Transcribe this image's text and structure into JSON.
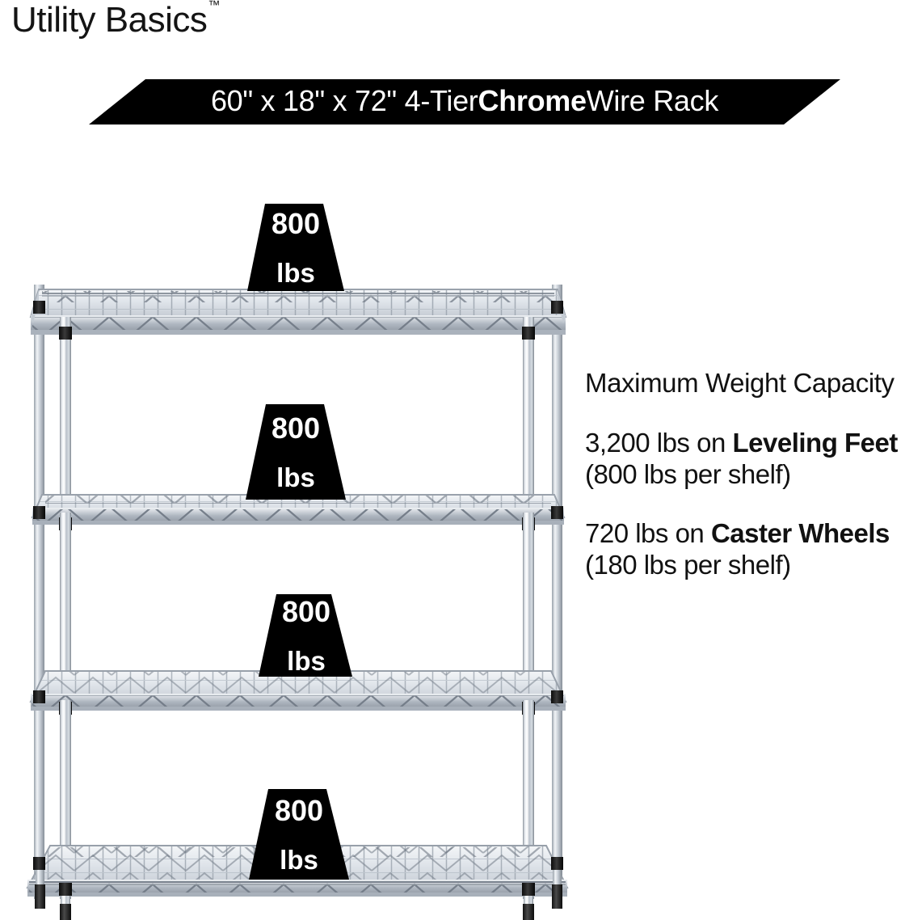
{
  "brand": {
    "name": "Utility Basics",
    "trademark": "™"
  },
  "banner": {
    "prefix": "60\" x 18\" x 72\" 4-Tier ",
    "highlight": "Chrome",
    "suffix": " Wire Rack",
    "full_text": "60\" x 18\" x 72\" 4-Tier Chrome Wire Rack",
    "background_color": "#000000",
    "text_color": "#ffffff"
  },
  "copy": {
    "heading": "Maximum Weight Capacity",
    "paragraph_1": {
      "lead": "3,200 lbs on ",
      "bold": "Leveling Feet",
      "tail": " (800 lbs per shelf)"
    },
    "paragraph_2": {
      "lead": "720 lbs on ",
      "bold": "Caster Wheels",
      "tail": " (180 lbs per shelf)"
    }
  },
  "callouts": [
    {
      "value": "800",
      "unit": "lbs",
      "shelf": "top-shelf"
    },
    {
      "value": "800",
      "unit": "lbs",
      "shelf": "second-shelf"
    },
    {
      "value": "800",
      "unit": "lbs",
      "shelf": "third-shelf"
    },
    {
      "value": "800",
      "unit": "lbs",
      "shelf": "bottom-shelf"
    }
  ],
  "product": {
    "tiers": 4,
    "finish": "Chrome",
    "width_in": "60\"",
    "depth_in": "18\"",
    "height_in": "72\"",
    "chrome_color": "#c8ced6",
    "collar_color": "#1b1b1b",
    "foot_color": "#262626"
  }
}
